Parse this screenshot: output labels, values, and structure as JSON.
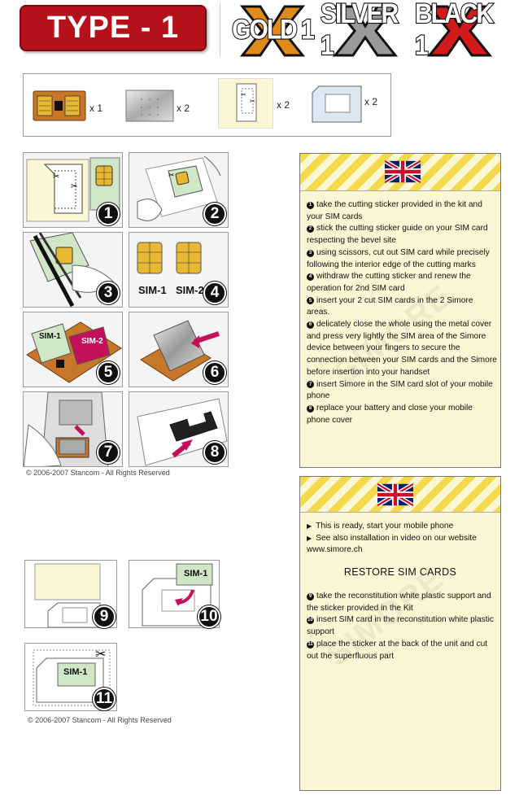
{
  "header": {
    "type_label": "TYPE - 1",
    "brands": [
      {
        "name": "GOLD 1",
        "color": "#e08a1c"
      },
      {
        "name": "SILVER 1",
        "color": "#9a9a9a"
      },
      {
        "name": "BLACK 1",
        "color": "#d11a1a"
      }
    ]
  },
  "kit": {
    "items": [
      {
        "icon": "circuit-board-icon",
        "qty": "x 1"
      },
      {
        "icon": "metal-cover-icon",
        "qty": "x 2"
      },
      {
        "icon": "cutting-sticker-icon",
        "qty": "x 2"
      },
      {
        "icon": "white-sim-support-icon",
        "qty": "x 2"
      }
    ]
  },
  "steps": {
    "sim1": "SIM-1",
    "sim2": "SIM-2",
    "numbers": [
      "1",
      "2",
      "3",
      "4",
      "5",
      "6",
      "7",
      "8",
      "9",
      "10",
      "11"
    ]
  },
  "copyright": {
    "top": "© 2006-2007 Stancom - All Rights Reserved",
    "bottom": "© 2006-2007 Stancom - All Rights Reserved"
  },
  "panel1": {
    "watermark": "SIMORE",
    "items": [
      {
        "n": "1",
        "text": "take the cutting sticker provided in the kit and your SIM cards"
      },
      {
        "n": "2",
        "text": "stick the cutting sticker guide on your SIM card respecting the bevel site"
      },
      {
        "n": "3",
        "text": "using scissors, cut out SIM card while precisely following the interior edge of the cutting marks"
      },
      {
        "n": "4",
        "text": "withdraw the cutting sticker and renew the operation for 2nd SIM card"
      },
      {
        "n": "5",
        "text": "insert your 2 cut SIM cards in the 2 Simore areas."
      },
      {
        "n": "6",
        "text": "delicately close the whole using the metal cover and press very lightly the SIM area of the Simore device between your fingers to secure the connection between your SIM cards and the Simore before insertion into your handset"
      },
      {
        "n": "7",
        "text": "insert Simore in the SIM card slot of your mobile phone"
      },
      {
        "n": "8",
        "text": "replace your battery and close your mobile phone cover"
      }
    ]
  },
  "panel2": {
    "watermark": "SIMORE",
    "bullets": [
      "This is ready, start your mobile phone",
      "See also installation in video on our website www.simore.ch"
    ],
    "restore_title": "RESTORE SIM CARDS",
    "items": [
      {
        "n": "9",
        "text": "take the reconstitution white plastic support and the sticker provided in the Kit"
      },
      {
        "n": "10",
        "text": "insert SIM card in the reconstitution white plastic support"
      },
      {
        "n": "11",
        "text": "place the sticker at the back of the unit and cut out the superfluous part"
      }
    ]
  },
  "colors": {
    "badge_red": "#b5111a",
    "panel_bg": "#fbf6d3",
    "stripe_yellow": "#f4d94a",
    "sim_gold": "#e9b832",
    "sim2_magenta": "#c4105a",
    "sim1_green": "#cfe7c6"
  }
}
